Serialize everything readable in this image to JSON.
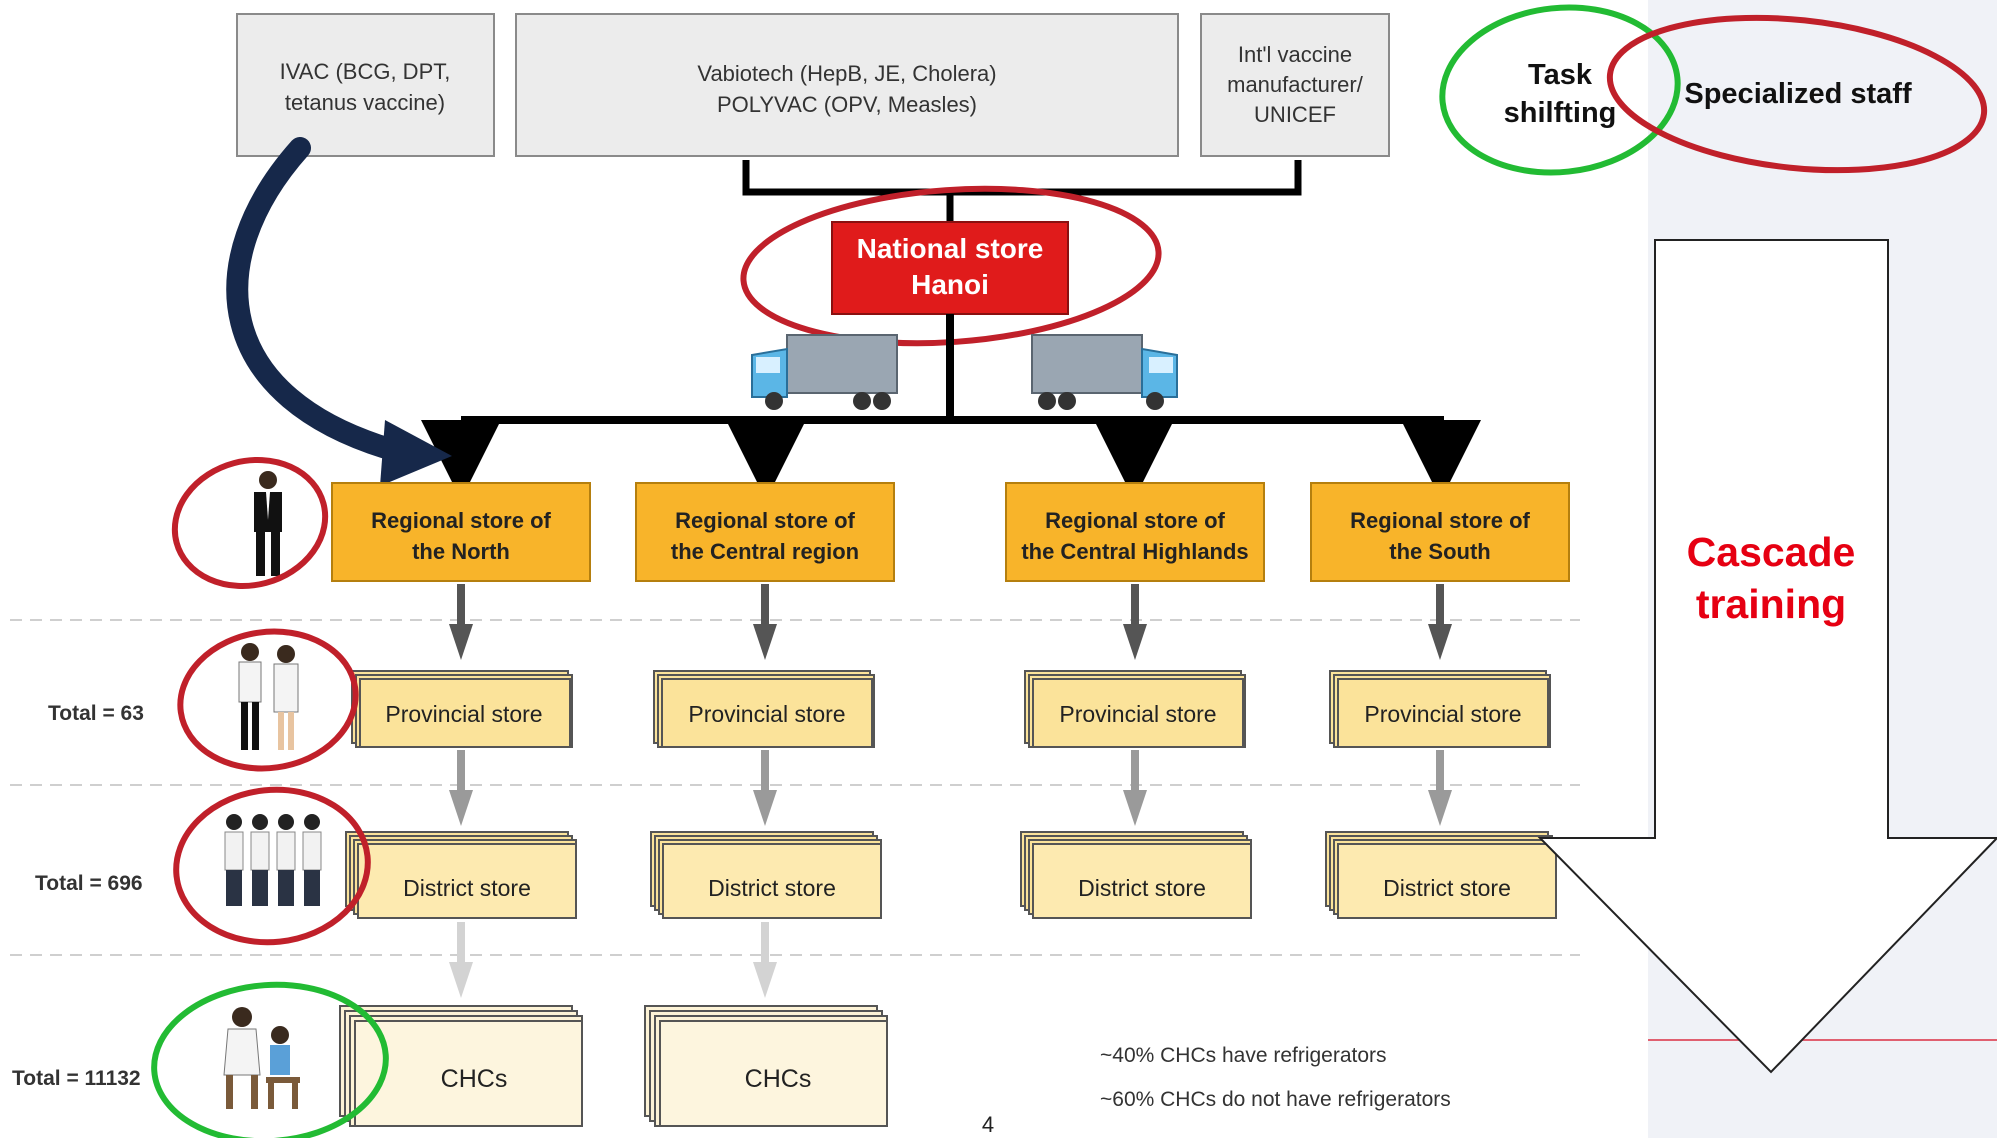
{
  "colors": {
    "red_circle": "#c0202a",
    "green_circle": "#22bb33",
    "national_red": "#e01b1b",
    "regional_orange": "#f8b42a",
    "store_yellow": "#fbe39a",
    "chc_cream": "#fdf3d6",
    "navy_arrow": "#16284a",
    "cascade_red": "#e60012",
    "panel_bg": "#f0f2f7"
  },
  "suppliers": [
    {
      "lines": [
        "IVAC (BCG, DPT,",
        "tetanus vaccine)"
      ]
    },
    {
      "lines": [
        "Vabiotech (HepB, JE, Cholera)",
        "POLYVAC (OPV, Measles)"
      ]
    },
    {
      "lines": [
        "Int'l vaccine",
        "manufacturer/",
        "UNICEF"
      ]
    }
  ],
  "national_store": {
    "lines": [
      "National store",
      "Hanoi"
    ]
  },
  "regional_stores": [
    {
      "lines": [
        "Regional store of",
        "the North"
      ]
    },
    {
      "lines": [
        "Regional store of",
        "the Central region"
      ]
    },
    {
      "lines": [
        "Regional store of",
        "the Central Highlands"
      ]
    },
    {
      "lines": [
        "Regional store of",
        "the South"
      ]
    }
  ],
  "provincial_label": "Provincial store",
  "district_label": "District store",
  "chc_label": "CHCs",
  "totals": {
    "provincial": "Total = 63",
    "district": "Total = 696",
    "chc": "Total = 11132"
  },
  "notes": [
    "~40% CHCs have refrigerators",
    "~60% CHCs do not have refrigerators"
  ],
  "page_number": "4",
  "legend": {
    "task_shifting": [
      "Task",
      "shilfting"
    ],
    "specialized_staff": "Specialized staff"
  },
  "cascade": {
    "lines": [
      "Cascade",
      "training"
    ]
  },
  "icons": [
    "truck-icon",
    "person-icon",
    "nurses-icon",
    "staff-group-icon",
    "health-worker-child-icon",
    "curved-arrow-icon",
    "down-arrow-icon"
  ]
}
